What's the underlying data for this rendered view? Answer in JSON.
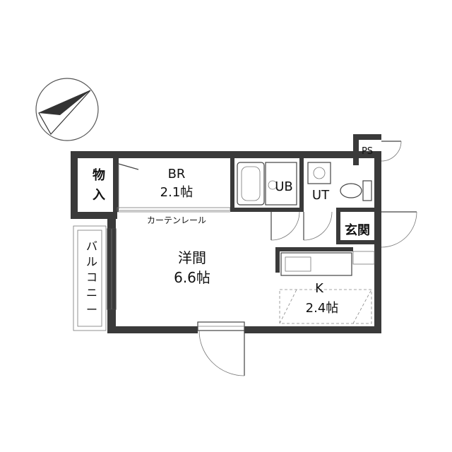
{
  "rooms": {
    "storage": "物\n入",
    "br_name": "BR",
    "br_size": "2.1帖",
    "ub": "UB",
    "ut": "UT",
    "ps": "PS",
    "entrance": "玄関",
    "western_name": "洋間",
    "western_size": "6.6帖",
    "kitchen_name": "K",
    "kitchen_size": "2.4帖",
    "balcony": "バルコニー",
    "curtain_rail": "カーテンレール"
  },
  "icons": {
    "north_arrow": "north-arrow-icon"
  }
}
